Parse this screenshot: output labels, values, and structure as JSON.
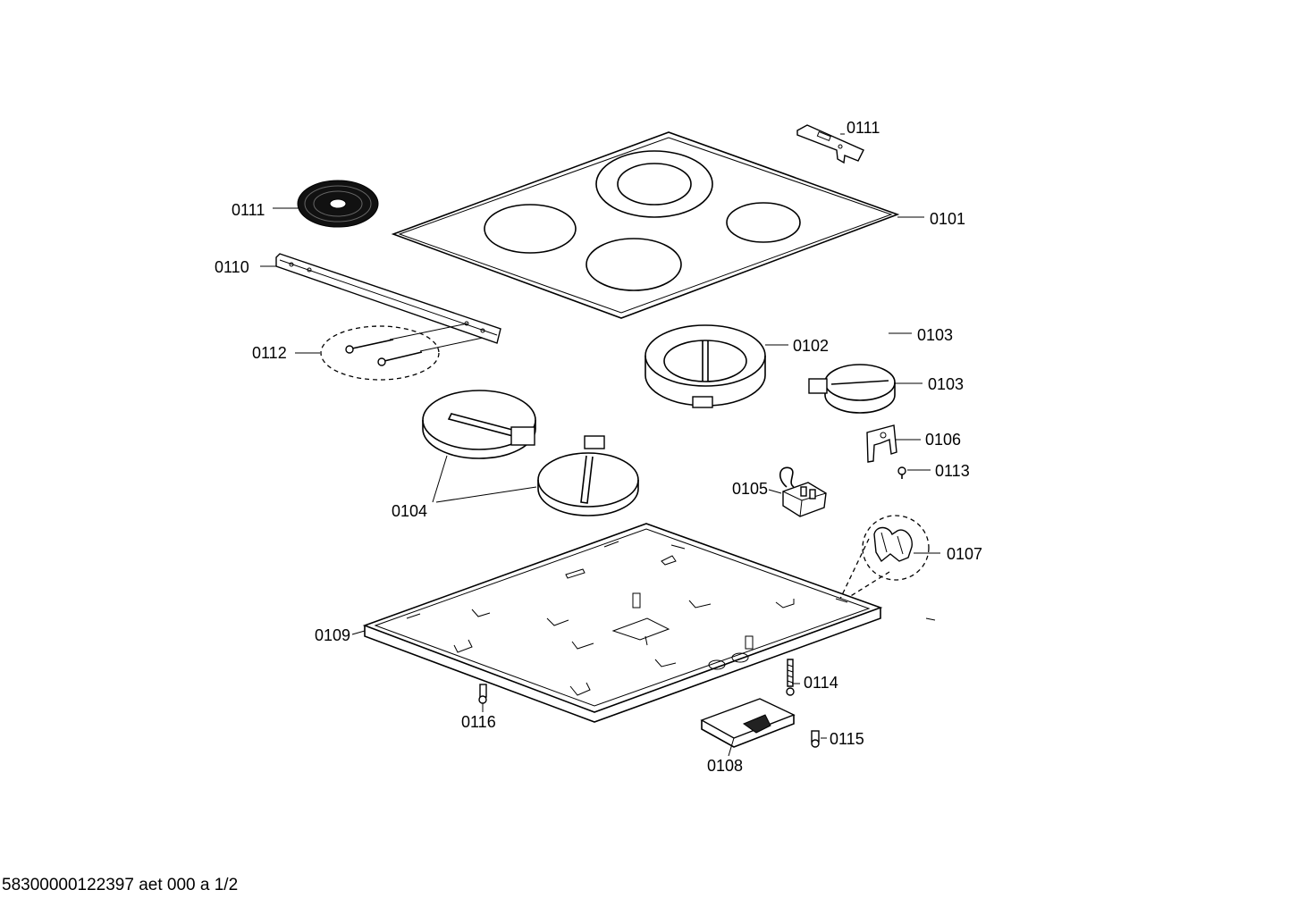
{
  "labels": {
    "l0101": "0101",
    "l0102": "0102",
    "l0103a": "0103",
    "l0103b": "0103",
    "l0104": "0104",
    "l0105": "0105",
    "l0106": "0106",
    "l0107": "0107",
    "l0108": "0108",
    "l0109": "0109",
    "l0110": "0110",
    "l0111a": "0111",
    "l0111b": "0111",
    "l0112": "0112",
    "l0113": "0113",
    "l0114": "0114",
    "l0115": "0115",
    "l0116": "0116"
  },
  "footer": {
    "doc_id": "58300000122397 aet 000 a 1/2"
  }
}
